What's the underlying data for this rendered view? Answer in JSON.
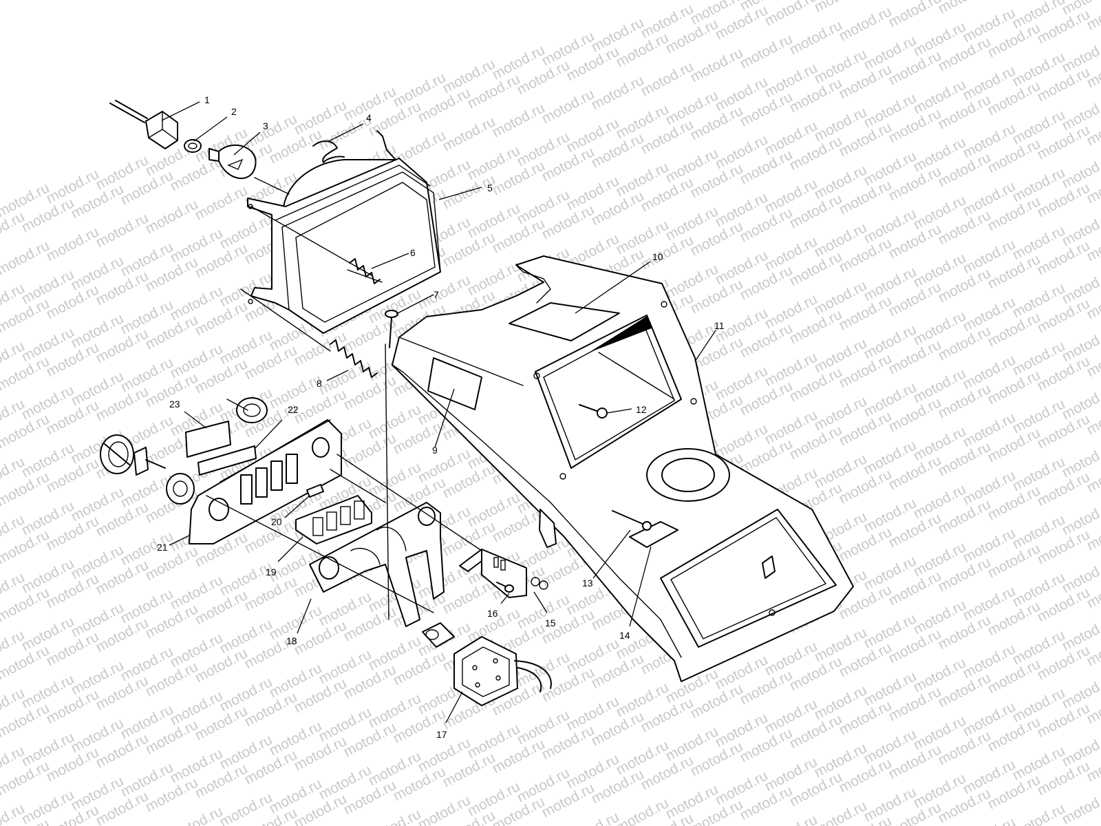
{
  "watermark": {
    "text": "motod.ru",
    "color": "#c8c8c8"
  },
  "callouts": [
    {
      "num": "1"
    },
    {
      "num": "2"
    },
    {
      "num": "3"
    },
    {
      "num": "4"
    },
    {
      "num": "5"
    },
    {
      "num": "6"
    },
    {
      "num": "7"
    },
    {
      "num": "8"
    },
    {
      "num": "9"
    },
    {
      "num": "10"
    },
    {
      "num": "11"
    },
    {
      "num": "12"
    },
    {
      "num": "13"
    },
    {
      "num": "14"
    },
    {
      "num": "15"
    },
    {
      "num": "16"
    },
    {
      "num": "17"
    },
    {
      "num": "18"
    },
    {
      "num": "19"
    },
    {
      "num": "20"
    },
    {
      "num": "21"
    },
    {
      "num": "22"
    },
    {
      "num": "23"
    }
  ]
}
